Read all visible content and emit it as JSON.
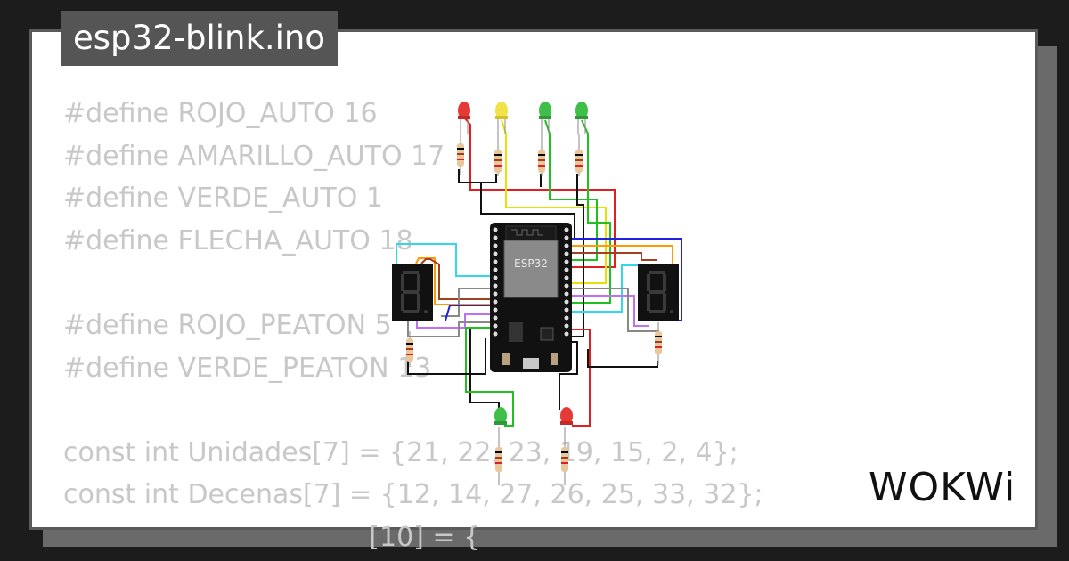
{
  "file": {
    "title": "esp32-blink.ino"
  },
  "code_lines": [
    "#define ROJO_AUTO 16",
    "#define AMARILLO_AUTO 17",
    "#define VERDE_AUTO 1",
    "#define FLECHA_AUTO 18",
    "",
    "#define ROJO_PEATON 5",
    "#define VERDE_PEATON 13",
    "",
    "const int Unidades[7] = {21, 22, 23, 19, 15, 2, 4};",
    "const int Decenas[7] = {12, 14, 27, 26, 25, 33, 32};",
    "                                    [10] = {"
  ],
  "board": {
    "label": "ESP32"
  },
  "brand": {
    "name": "WOKWi"
  },
  "colors": {
    "led_red": "#e53935",
    "led_yellow": "#f2e24a",
    "led_green": "#3fbf4a",
    "wire_red": "#e02020",
    "wire_yellow": "#e8e000",
    "wire_green": "#20c020",
    "wire_cyan": "#30d8e8",
    "wire_blue": "#2020e0",
    "wire_orange": "#ff9a00",
    "wire_purple": "#c070f0",
    "wire_brown": "#a04020"
  }
}
